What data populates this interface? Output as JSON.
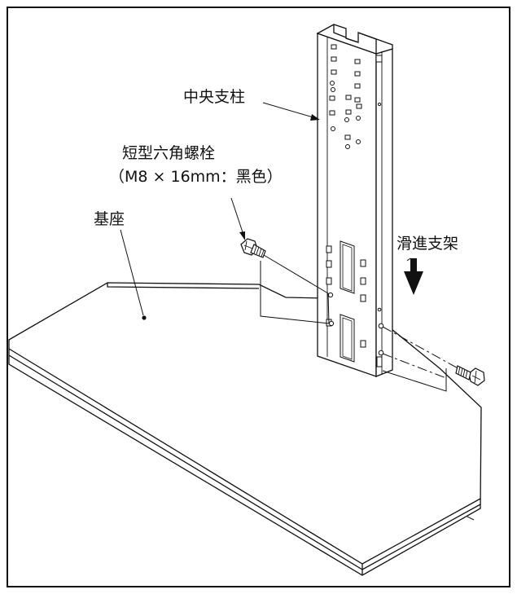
{
  "labels": {
    "center_column": "中央支柱",
    "short_bolt_name": "短型六角螺栓",
    "short_bolt_spec": "（M8 × 16mm：黑色）",
    "base": "基座",
    "slide_bracket": "滑進支架"
  },
  "colors": {
    "line": "#111111",
    "background": "#ffffff"
  },
  "icons": {
    "slide_direction": "down-arrow-icon",
    "bolt_left": "hex-bolt-icon",
    "bolt_right": "hex-bolt-icon"
  }
}
